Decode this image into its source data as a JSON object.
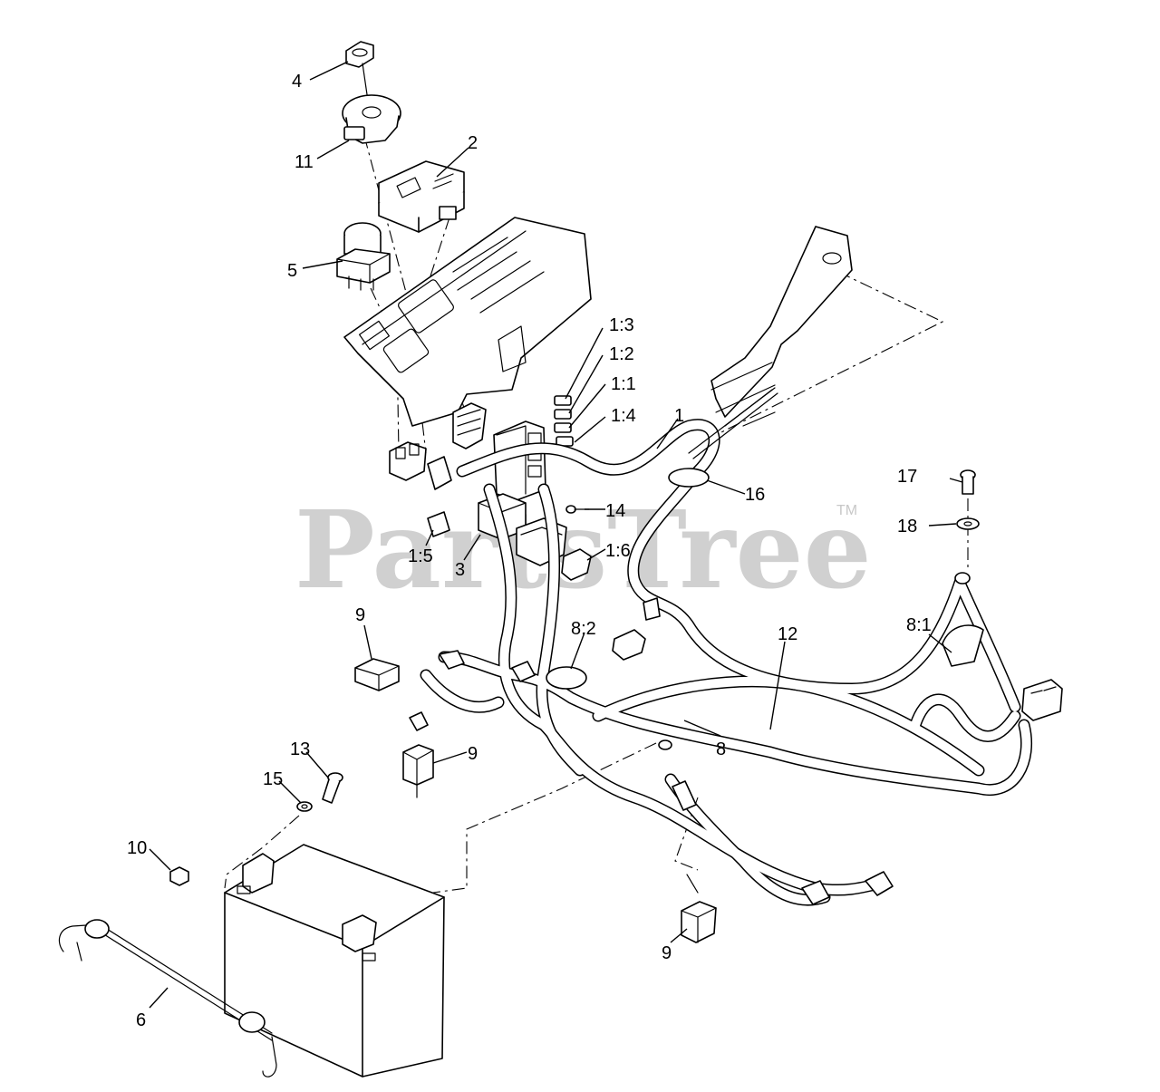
{
  "watermark": {
    "text": "PartsTree",
    "trademark": "TM"
  },
  "callouts": [
    {
      "label": "4"
    },
    {
      "label": "11"
    },
    {
      "label": "2"
    },
    {
      "label": "5"
    },
    {
      "label": "1:3"
    },
    {
      "label": "1:2"
    },
    {
      "label": "1:1"
    },
    {
      "label": "1:4"
    },
    {
      "label": "1"
    },
    {
      "label": "16"
    },
    {
      "label": "14"
    },
    {
      "label": "1:5"
    },
    {
      "label": "3"
    },
    {
      "label": "1:6"
    },
    {
      "label": "17"
    },
    {
      "label": "18"
    },
    {
      "label": "9"
    },
    {
      "label": "8:2"
    },
    {
      "label": "12"
    },
    {
      "label": "8:1"
    },
    {
      "label": "9"
    },
    {
      "label": "8"
    },
    {
      "label": "13"
    },
    {
      "label": "15"
    },
    {
      "label": "10"
    },
    {
      "label": "9"
    },
    {
      "label": "6"
    }
  ]
}
